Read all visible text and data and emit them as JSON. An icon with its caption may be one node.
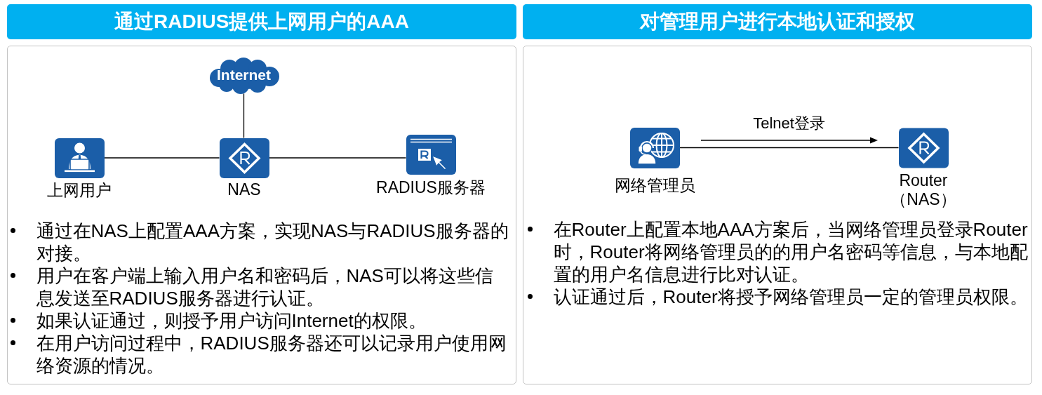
{
  "diagram": {
    "nodes": [
      {
        "text": [
          "通过RADIUS提供上网用户的AAA"
        ]
      },
      {
        "text": [
          "通过在NAS上配置AAA方案，实现NAS与RADIUS服务器的对接。",
          "用户在客户端上输入用户名和密码后，NAS可以将这些信息发送至RADIUS服务器进行认证。",
          "如果认证通过，则授予用户访问Internet的权限。",
          "在用户访问过程中，RADIUS服务器还可以记录用户使用网络资源的情况。"
        ]
      },
      {
        "text": [
          "Internet"
        ],
        "in": 1
      },
      {
        "text": [],
        "shape": "picture",
        "in": 1,
        "beside": [
          "上网用户"
        ]
      },
      {
        "text": [],
        "shape": "picture",
        "in": 1,
        "beside": [
          "NAS"
        ]
      },
      {
        "text": [],
        "shape": "picture",
        "in": 1,
        "beside": [
          "RADIUS服务器"
        ]
      },
      {
        "text": [
          "对管理用户进行本地认证和授权"
        ]
      },
      {
        "text": [
          "在Router上配置本地AAA方案后，当网络管理员登录Router时，Router将网络管理员的的用户名密码等信息，与本地配置的用户名信息进行比对认证。",
          "认证通过后，Router将授予网络管理员一定的管理员权限。"
        ]
      },
      {
        "text": [],
        "shape": "picture",
        "in": 7,
        "beside": [
          "网络管理员"
        ]
      },
      {
        "text": [],
        "shape": "picture",
        "in": 7,
        "beside": [
          "Router （NAS）"
        ]
      }
    ],
    "edges": [
      {
        "from": 3,
        "to": 4,
        "arrow": "none"
      },
      {
        "from": 2,
        "to": 4,
        "arrow": "none"
      },
      {
        "from": 4,
        "to": 5,
        "arrow": "none"
      },
      {
        "from": 8,
        "to": 9,
        "arrow": "none",
        "label": "Telnet登录"
      }
    ]
  }
}
